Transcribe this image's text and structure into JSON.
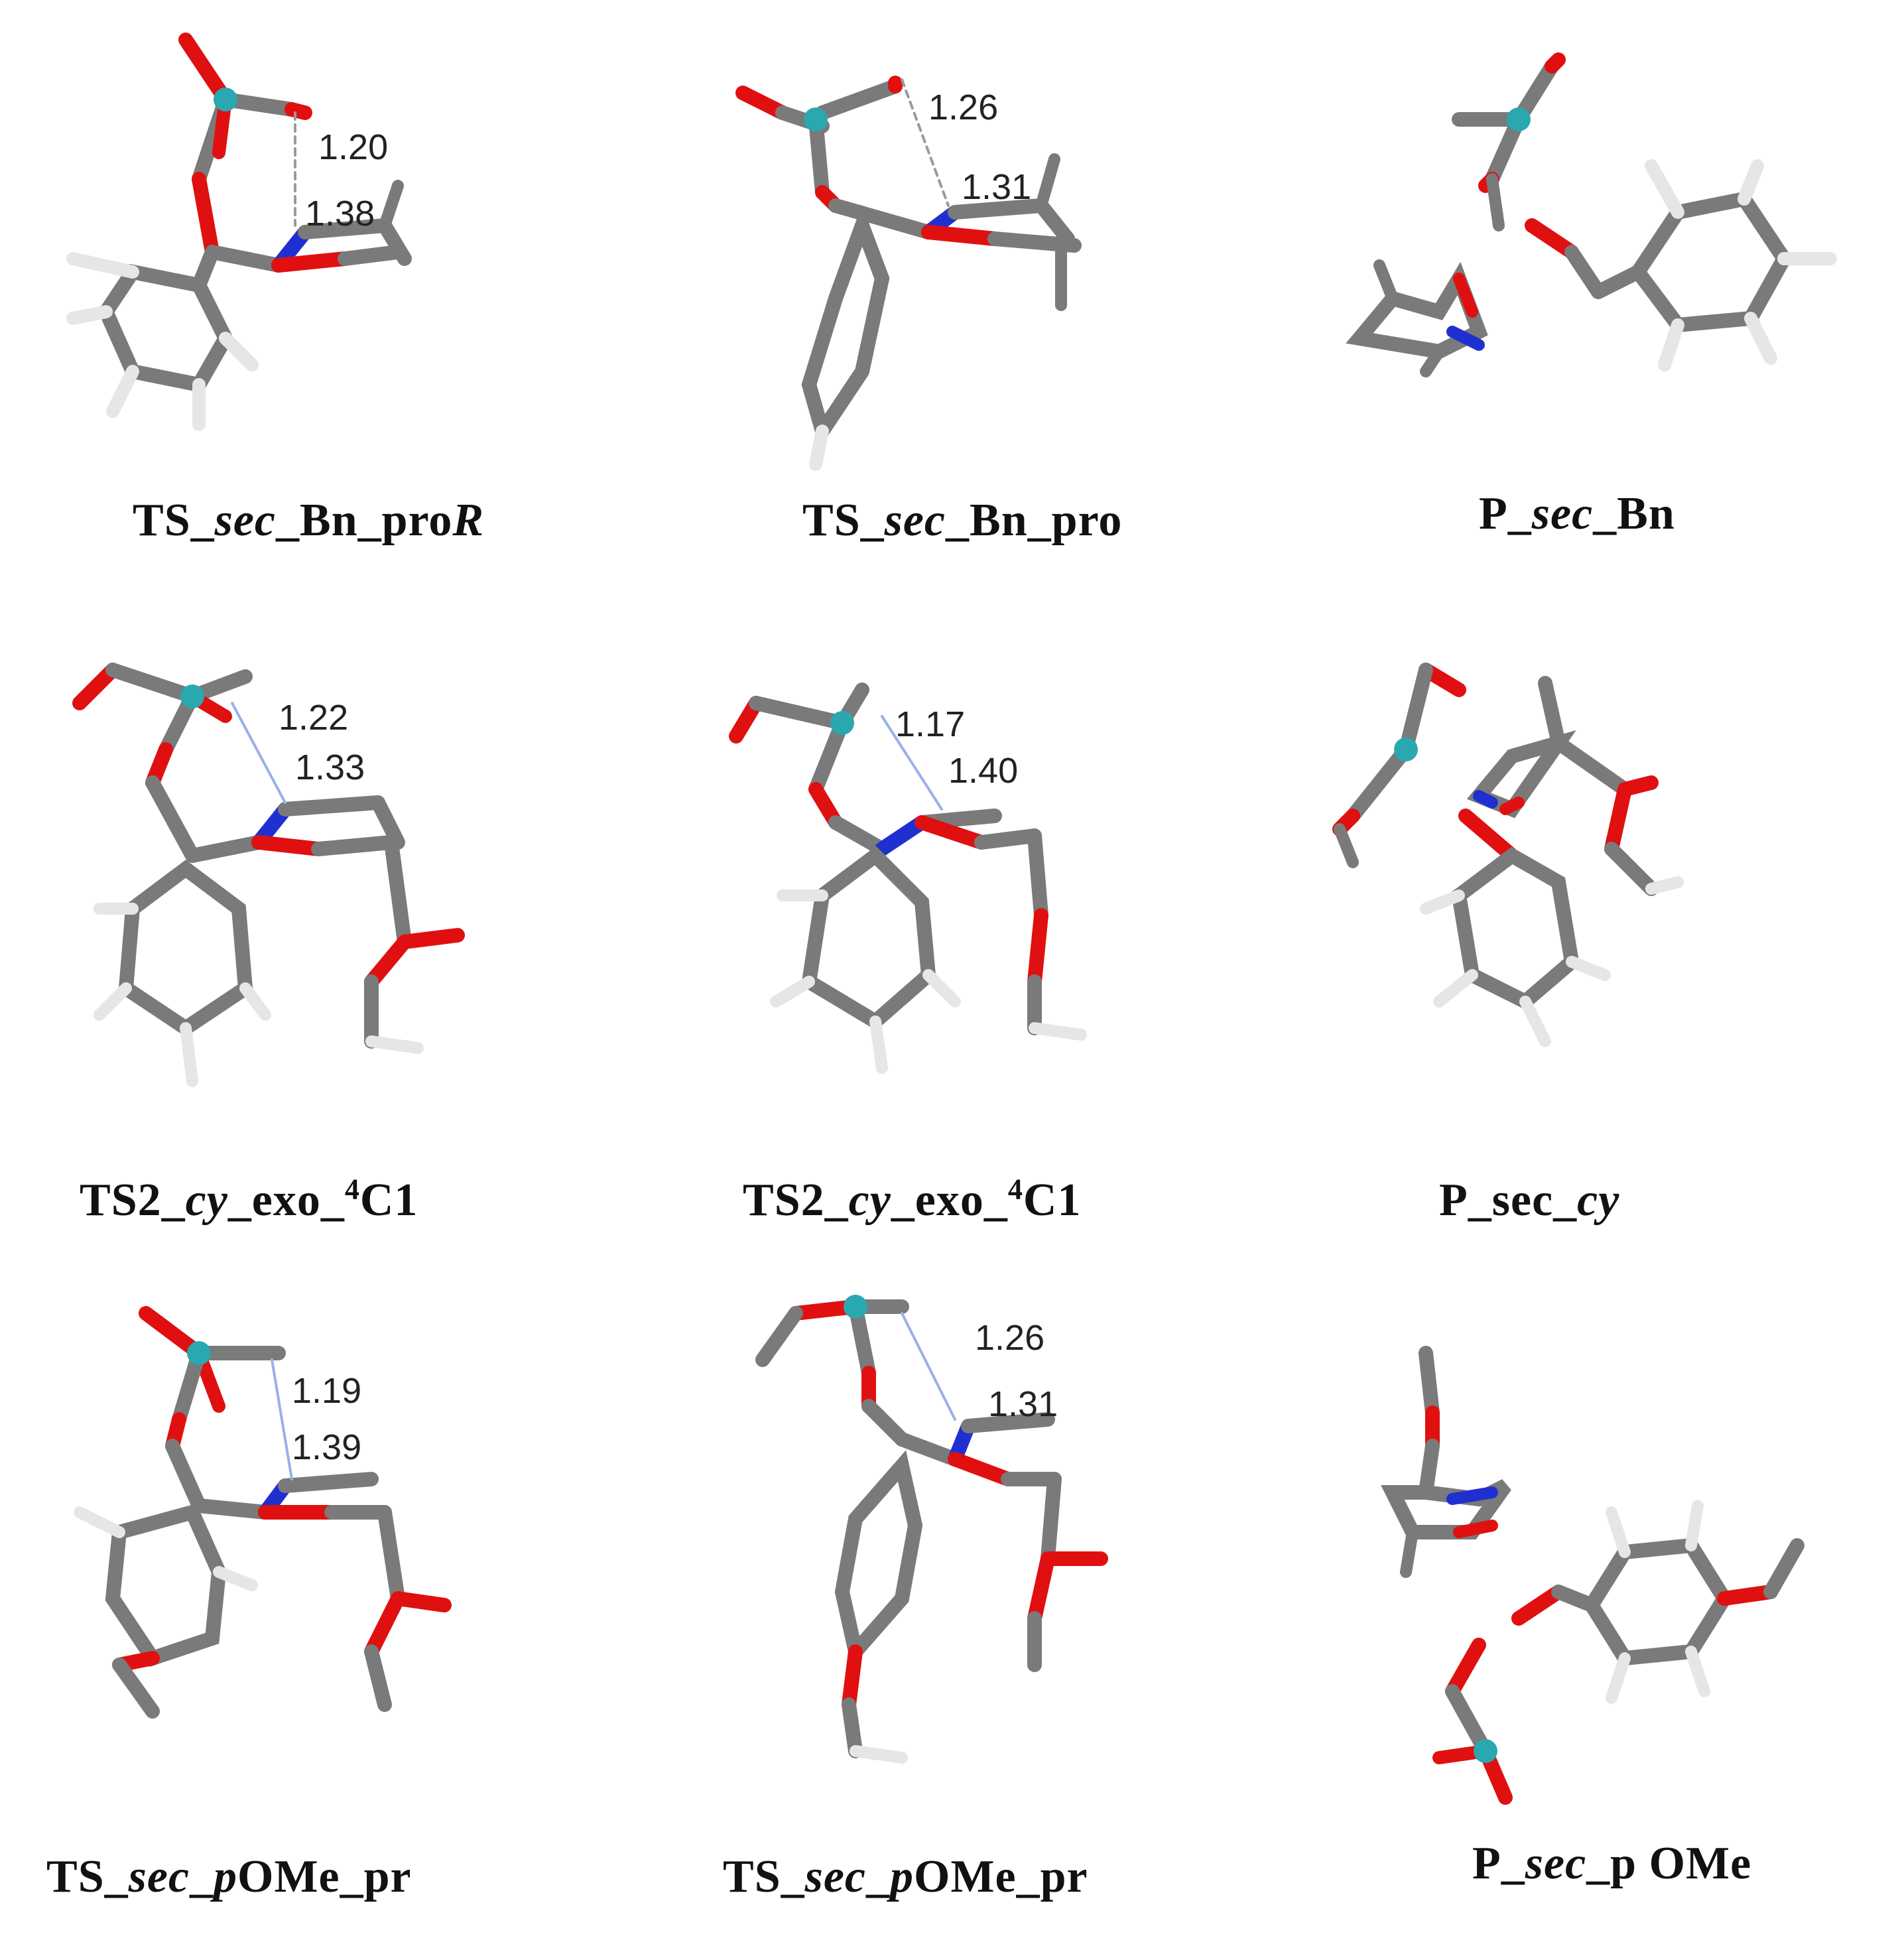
{
  "panels": [
    {
      "caption": [
        "TS_",
        "sec",
        "_Bn_pro",
        "R"
      ],
      "distances": [
        "1.20",
        "1.38"
      ]
    },
    {
      "caption": [
        "TS_",
        "sec",
        "_Bn_pro"
      ],
      "distances": [
        "1.26",
        "1.31"
      ]
    },
    {
      "caption": [
        "P_",
        "sec",
        "_Bn"
      ],
      "distances": []
    },
    {
      "caption": [
        "TS2_",
        "cy",
        "_exo_",
        "4",
        "C1"
      ],
      "distances": [
        "1.22",
        "1.33"
      ]
    },
    {
      "caption": [
        "TS2_",
        "cy",
        "_exo_",
        "4",
        "C1"
      ],
      "distances": [
        "1.17",
        "1.40"
      ]
    },
    {
      "caption": [
        "P_sec_",
        "cy"
      ],
      "distances": []
    },
    {
      "caption": [
        "TS_",
        "sec",
        "_",
        "p",
        "OMe_pr"
      ],
      "distances": [
        "1.19",
        "1.39"
      ]
    },
    {
      "caption": [
        "TS_",
        "sec",
        "_",
        "p",
        "OMe_pr"
      ],
      "distances": [
        "1.26",
        "1.31"
      ]
    },
    {
      "caption": [
        "P_",
        "sec",
        "_p OMe"
      ],
      "distances": []
    }
  ],
  "atom_colors": {
    "carbon": "#7a7a7a",
    "hydrogen": "#e6e6e6",
    "oxygen": "#e01010",
    "nitrogen": "#2030d0",
    "boron": "#2aa8b0",
    "hbond": "#9ab0e8"
  }
}
